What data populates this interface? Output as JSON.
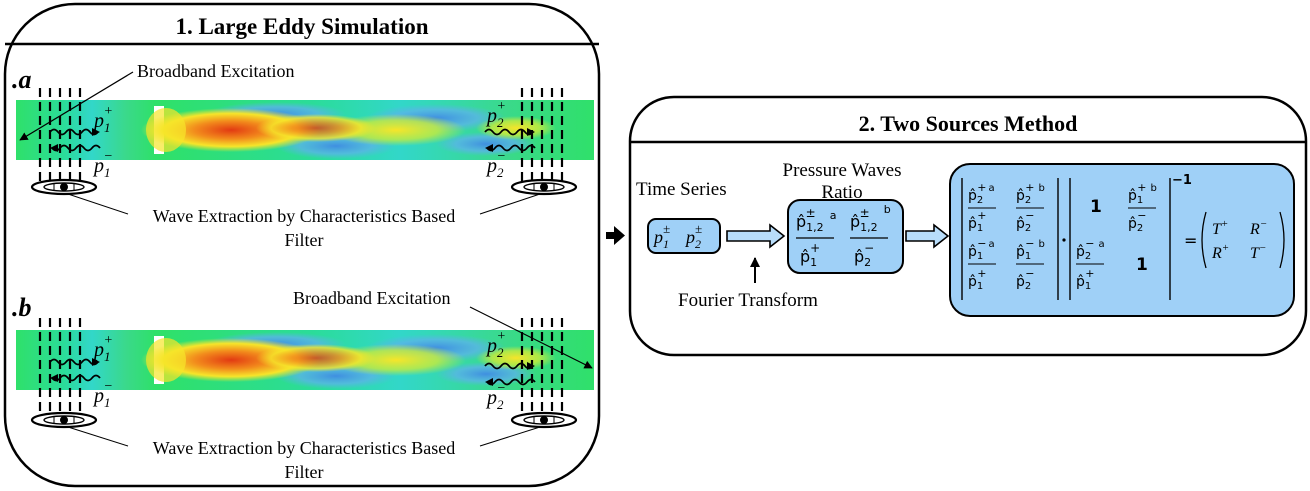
{
  "panel1": {
    "title": "1. Large Eddy Simulation",
    "case_a": {
      "tag": ".a",
      "excitation_label": "Broadband Excitation",
      "extraction_line1": "Wave Extraction by Characteristics Based",
      "extraction_line2": "Filter",
      "left_up": "p",
      "left_up_sub": "1",
      "left_up_sup": "+",
      "left_down": "p",
      "left_down_sub": "1",
      "left_down_sup": "−",
      "right_up": "p",
      "right_up_sub": "2",
      "right_up_sup": "+",
      "right_down": "p",
      "right_down_sub": "2",
      "right_down_sup": "−"
    },
    "case_b": {
      "tag": ".b",
      "excitation_label": "Broadband Excitation",
      "extraction_line1": "Wave Extraction by Characteristics Based",
      "extraction_line2": "Filter",
      "left_up": "p",
      "left_up_sub": "1",
      "left_up_sup": "+",
      "left_down": "p",
      "left_down_sub": "1",
      "left_down_sup": "−",
      "right_up": "p",
      "right_up_sub": "2",
      "right_up_sup": "+",
      "right_down": "p",
      "right_down_sub": "2",
      "right_down_sup": "−"
    }
  },
  "panel2": {
    "title": "2. Two Sources Method",
    "time_series_label": "Time Series",
    "time_series_box": {
      "p1": "p",
      "p1_sub": "1",
      "p1_sup": "±",
      "p2": "p",
      "p2_sub": "2",
      "p2_sup": "±"
    },
    "ratio_label_line1": "Pressure Waves",
    "ratio_label_line2": "Ratio",
    "fourier_label": "Fourier Transform",
    "ratio_box": {
      "num1": "p̂",
      "num1_sub": "1,2",
      "num1_sup": "±",
      "num1_tag": "a",
      "den1": "p̂",
      "den1_sub": "1",
      "den1_sup": "+",
      "num2": "p̂",
      "num2_sub": "1,2",
      "num2_sup": "±",
      "num2_tag": "b",
      "den2": "p̂",
      "den2_sub": "2",
      "den2_sup": "−"
    },
    "matrix_box": {
      "one": "1",
      "exponent": "−1",
      "equals": "=",
      "t_plus": "T",
      "t_plus_sup": "+",
      "r_minus": "R",
      "r_minus_sup": "−",
      "r_plus": "R",
      "r_plus_sup": "+",
      "t_minus": "T",
      "t_minus_sup": "−",
      "tag_a": "a",
      "tag_b": "b"
    }
  },
  "colors": {
    "flow_green": "#2fe06a",
    "flow_cyan": "#28d8c0",
    "flow_blue": "#5ab4e8",
    "flow_yellow": "#f6e52a",
    "flow_orange": "#f28a1c",
    "flow_red": "#e23a12",
    "box_fill": "#9fd0f7",
    "arrow_fill": "#b8ddfa"
  }
}
